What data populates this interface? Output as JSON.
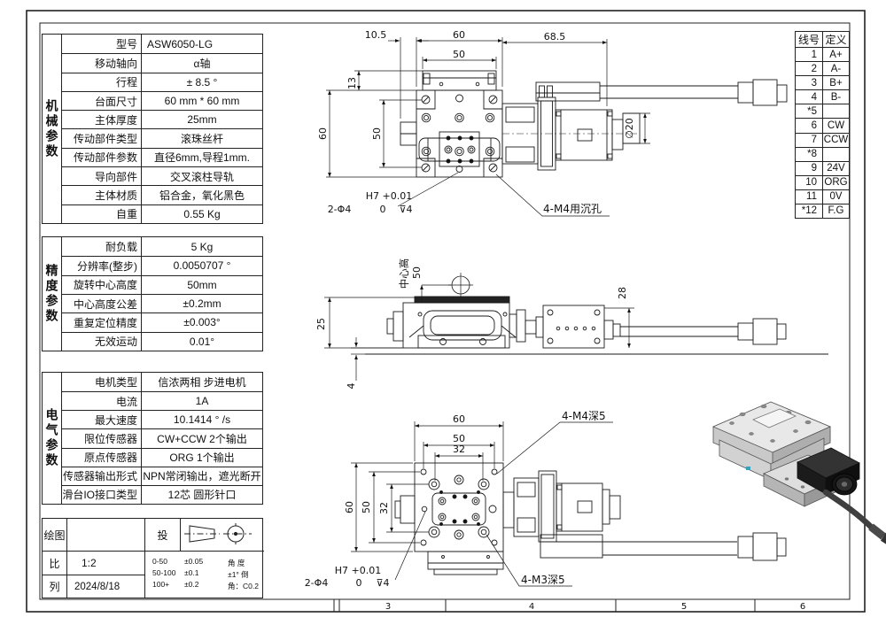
{
  "sheet": {
    "zones": [
      "3",
      "4",
      "5",
      "6"
    ]
  },
  "spec_table": {
    "sections": [
      {
        "title": "机械参数",
        "rows": [
          {
            "label": "型号",
            "value": "ASW6050-LG"
          },
          {
            "label": "移动轴向",
            "value": "α轴"
          },
          {
            "label": "行程",
            "value": "± 8.5 °"
          },
          {
            "label": "台面尺寸",
            "value": "60 mm * 60 mm"
          },
          {
            "label": "主体厚度",
            "value": "25mm"
          },
          {
            "label": "传动部件类型",
            "value": "滚珠丝杆"
          },
          {
            "label": "传动部件参数",
            "value": "直径6mm,导程1mm."
          },
          {
            "label": "导向部件",
            "value": "交叉滚柱导轨"
          },
          {
            "label": "主体材质",
            "value": "铝合金，氧化黑色"
          },
          {
            "label": "自重",
            "value": "0.55 Kg"
          }
        ]
      },
      {
        "title": "精度参数",
        "rows": [
          {
            "label": "耐负载",
            "value": "5 Kg"
          },
          {
            "label": "分辨率(整步)",
            "value": "0.0050707 °"
          },
          {
            "label": "旋转中心高度",
            "value": "50mm"
          },
          {
            "label": "中心高度公差",
            "value": "±0.2mm"
          },
          {
            "label": "重复定位精度",
            "value": "±0.003°"
          },
          {
            "label": "无效运动",
            "value": "0.01°"
          }
        ]
      },
      {
        "title": "电气参数",
        "rows": [
          {
            "label": "电机类型",
            "value": "信浓两相 步进电机"
          },
          {
            "label": "电流",
            "value": "1A"
          },
          {
            "label": "最大速度",
            "value": "10.1414 ° /s"
          },
          {
            "label": "限位传感器",
            "value": "CW+CCW 2个输出"
          },
          {
            "label": "原点传感器",
            "value": "ORG 1个输出"
          },
          {
            "label": "传感器输出形式",
            "value": "NPN常闭输出，遮光断开"
          },
          {
            "label": "滑台IO接口类型",
            "value": "12芯 圆形针口"
          }
        ]
      }
    ]
  },
  "title_block": {
    "draw_label": "绘图",
    "projection_label": "投",
    "scale_label": "比",
    "scale_value": "1:2",
    "date_label": "列",
    "date_value": "2024/8/18",
    "linear_tolerances": [
      {
        "range": "0-50",
        "tol": "±0.05"
      },
      {
        "range": "50-100",
        "tol": "±0.1"
      },
      {
        "range": "100+",
        "tol": "±0.2"
      }
    ],
    "angle_tolerance_lines": [
      "角 度",
      "±1° 倒",
      "角：C0.2"
    ]
  },
  "wire_table": {
    "col1": "线号",
    "col2": "定义",
    "rows": [
      {
        "no": "1",
        "def": "A+"
      },
      {
        "no": "2",
        "def": "A-"
      },
      {
        "no": "3",
        "def": "B+"
      },
      {
        "no": "4",
        "def": "B-"
      },
      {
        "no": "*5",
        "def": ""
      },
      {
        "no": "6",
        "def": "CW"
      },
      {
        "no": "7",
        "def": "CCW"
      },
      {
        "no": "*8",
        "def": ""
      },
      {
        "no": "9",
        "def": "24V"
      },
      {
        "no": "10",
        "def": "ORG"
      },
      {
        "no": "11",
        "def": "0V"
      },
      {
        "no": "*12",
        "def": "F.G"
      }
    ]
  },
  "top_view": {
    "dim_10_5": "10.5",
    "dim_60_h": "60",
    "dim_50_h": "50",
    "dim_68_5": "68.5",
    "dim_13": "13",
    "dim_60_v": "60",
    "dim_50_v": "50",
    "dim_d20": "∅20",
    "note_fit_line1": "H7 +0.01",
    "note_pin": "2-Φ4",
    "note_fit_zero": "0",
    "note_depth": "⊽4",
    "note_counterbore": "4-M4用沉孔"
  },
  "side_view": {
    "center_height_label": "中心高",
    "dim_center": "50",
    "dim_25": "25",
    "dim_4": "4",
    "dim_28": "28"
  },
  "bottom_view": {
    "dim_60_h": "60",
    "dim_50_h": "50",
    "dim_32_h": "32",
    "dim_60_v": "60",
    "dim_50_v": "50",
    "dim_32_v": "32",
    "note_m4": "4-M4深5",
    "note_m3": "4-M3深5",
    "note_fit_line1": "H7 +0.01",
    "note_pin": "2-Φ4",
    "note_fit_zero": "0",
    "note_depth": "⊽4"
  }
}
